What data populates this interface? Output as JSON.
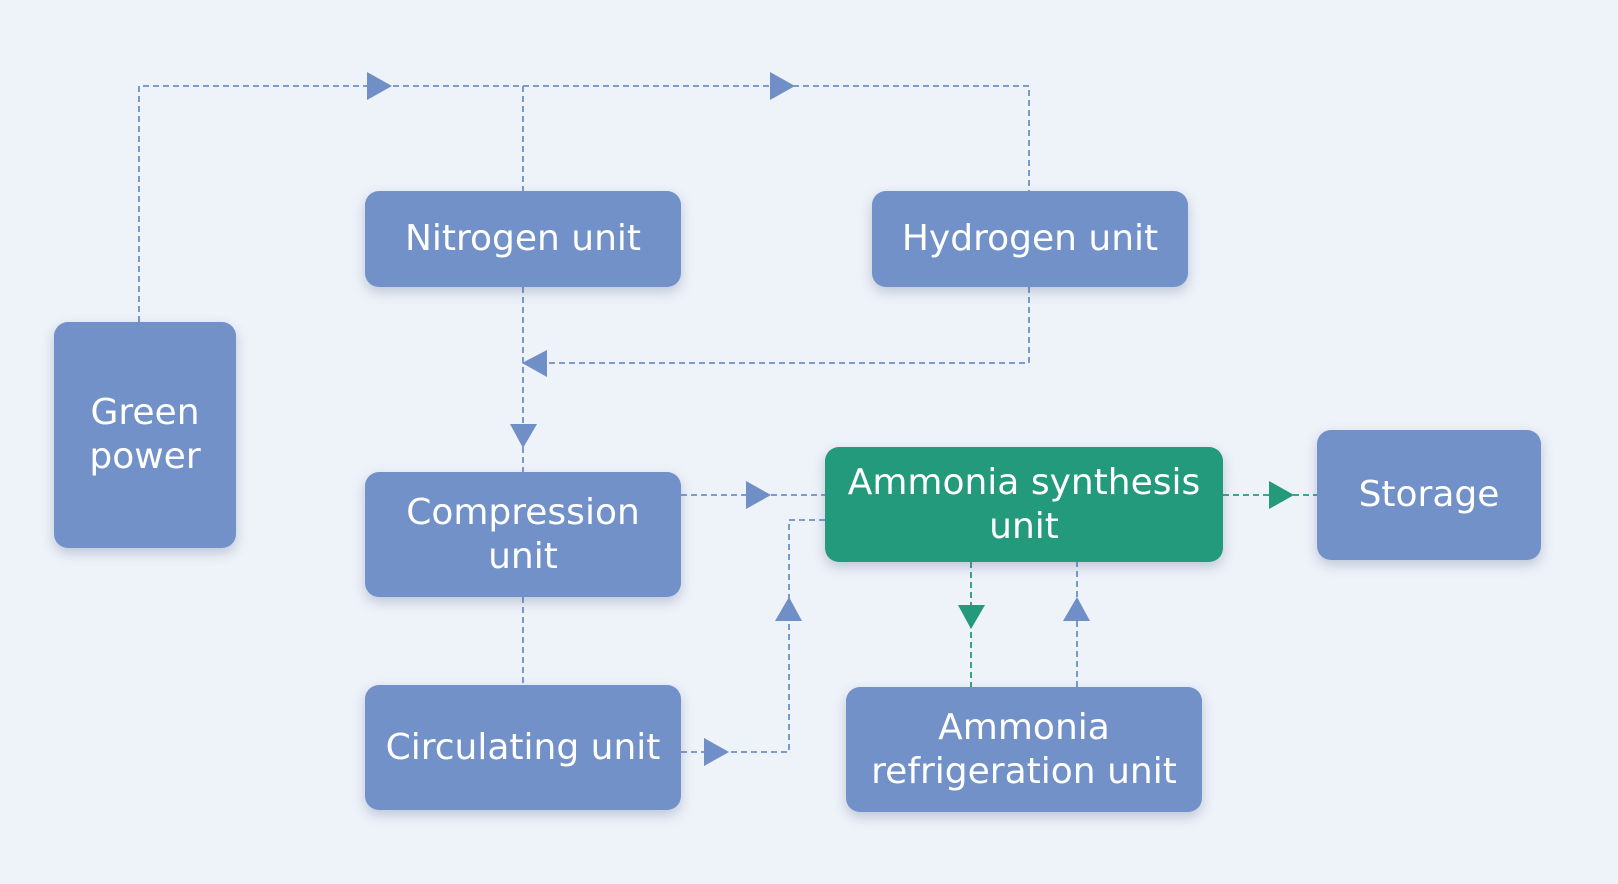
{
  "diagram": {
    "colors": {
      "background": "#eef2f9",
      "node": "#7191c8",
      "highlight_node": "#239a7c",
      "connector": "#6f8fc6",
      "highlight_connector": "#239a7c",
      "text": "#ffffff"
    },
    "nodes": {
      "green_power": {
        "line1": "Green",
        "line2": "power"
      },
      "nitrogen": {
        "label": "Nitrogen unit"
      },
      "hydrogen": {
        "label": "Hydrogen unit"
      },
      "compression": {
        "line1": "Compression",
        "line2": "unit"
      },
      "circulating": {
        "label": "Circulating unit"
      },
      "synthesis": {
        "line1": "Ammonia synthesis",
        "line2": "unit"
      },
      "storage": {
        "label": "Storage"
      },
      "refrigeration": {
        "line1": "Ammonia",
        "line2": "refrigeration unit"
      }
    },
    "edges": [
      {
        "from": "Green power",
        "to": "Nitrogen unit",
        "style": "dashed"
      },
      {
        "from": "Green power",
        "to": "Hydrogen unit",
        "style": "dashed"
      },
      {
        "from": "Hydrogen unit",
        "to": "Compression unit",
        "style": "dashed"
      },
      {
        "from": "Nitrogen unit",
        "to": "Compression unit",
        "style": "dashed"
      },
      {
        "from": "Compression unit",
        "to": "Ammonia synthesis unit",
        "style": "dashed"
      },
      {
        "from": "Circulating unit",
        "to": "Ammonia synthesis unit",
        "style": "dashed"
      },
      {
        "from": "Ammonia synthesis unit",
        "to": "Storage",
        "style": "dashed"
      },
      {
        "from": "Ammonia synthesis unit",
        "to": "Ammonia refrigeration unit",
        "style": "dashed"
      },
      {
        "from": "Ammonia refrigeration unit",
        "to": "Ammonia synthesis unit",
        "style": "dashed"
      },
      {
        "from": "Compression unit",
        "to": "Circulating unit",
        "style": "dashed"
      }
    ]
  }
}
